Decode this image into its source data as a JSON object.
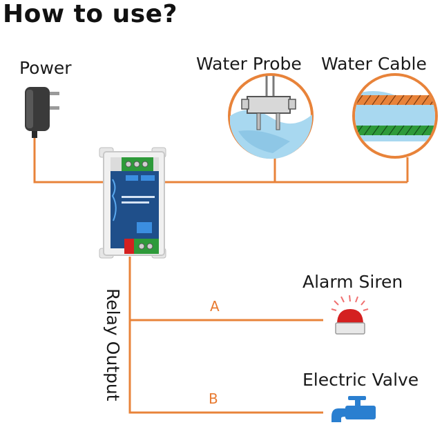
{
  "title": "How to use?",
  "labels": {
    "power": "Power",
    "water_probe": "Water Probe",
    "water_cable": "Water Cable",
    "alarm_siren": "Alarm Siren",
    "electric_valve": "Electric Valve",
    "relay_output": "Relay Output",
    "branch_a": "A",
    "branch_b": "B"
  },
  "colors": {
    "wire": "#e8833a",
    "water": "#a8d8f0",
    "module_blue": "#1a5fa8",
    "terminal_green": "#2e9a3a",
    "siren_red": "#d42020",
    "valve_blue": "#2a7fd0"
  },
  "icons": [
    "power-adapter-icon",
    "water-probe-icon",
    "water-cable-icon",
    "controller-module-icon",
    "alarm-siren-icon",
    "electric-valve-icon"
  ]
}
